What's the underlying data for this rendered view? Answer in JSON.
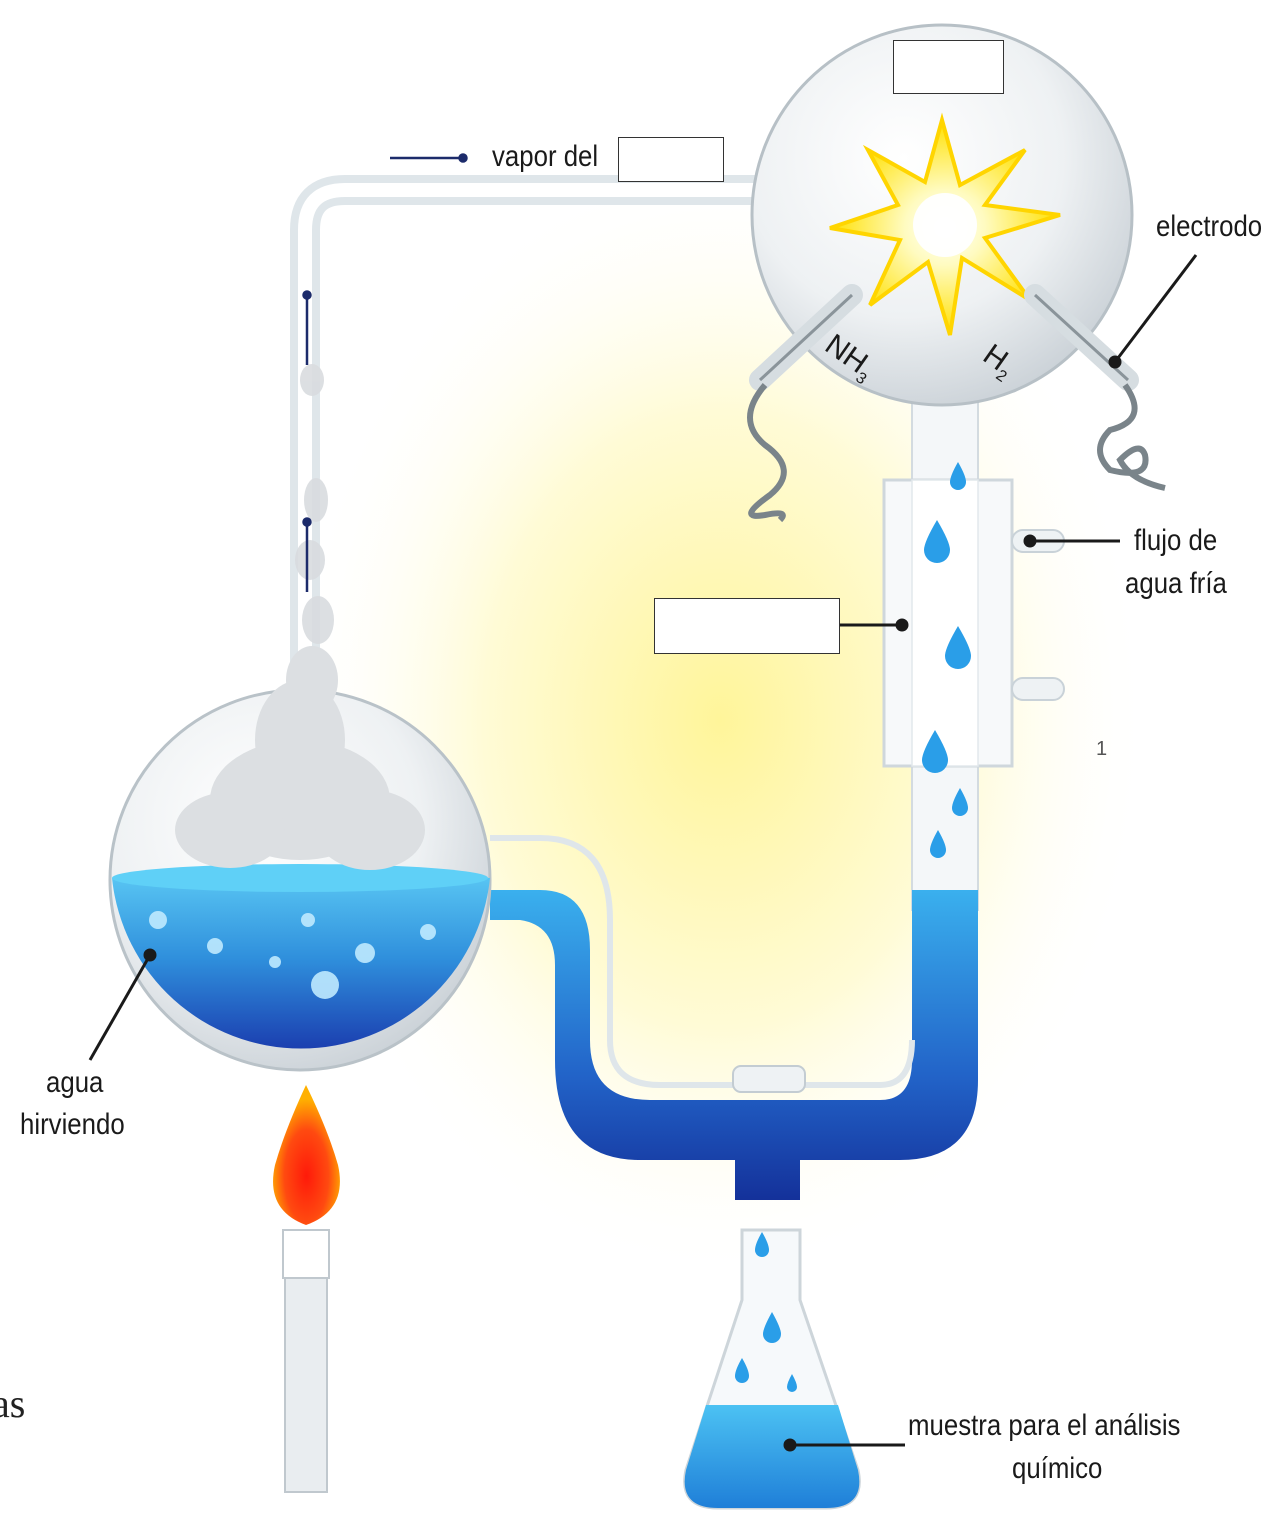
{
  "labels": {
    "vapor_prefix": "vapor del",
    "electrode": "electrodo",
    "cold_water_line1": "flujo de",
    "cold_water_line2": "agua fría",
    "boiling_line1": "agua",
    "boiling_line2": "hirviendo",
    "sample_line1": "muestra para el análisis",
    "sample_line2": "químico",
    "nh3_main": "NH",
    "nh3_sub": "3",
    "h2_main": "H",
    "h2_sub": "2",
    "margin_fragment": "as",
    "margin_mark": "1"
  },
  "blanks": {
    "vapor_blank": "",
    "flask_top_blank": "",
    "condenser_blank": ""
  },
  "colors": {
    "water_light": "#3cb4ee",
    "water_dark": "#1433a0",
    "glass": "#e8eef2",
    "spark": "#ffe000",
    "background_glow": "#fff6a8",
    "flame_outer": "#ff9a00",
    "flame_inner": "#ff2a10"
  }
}
